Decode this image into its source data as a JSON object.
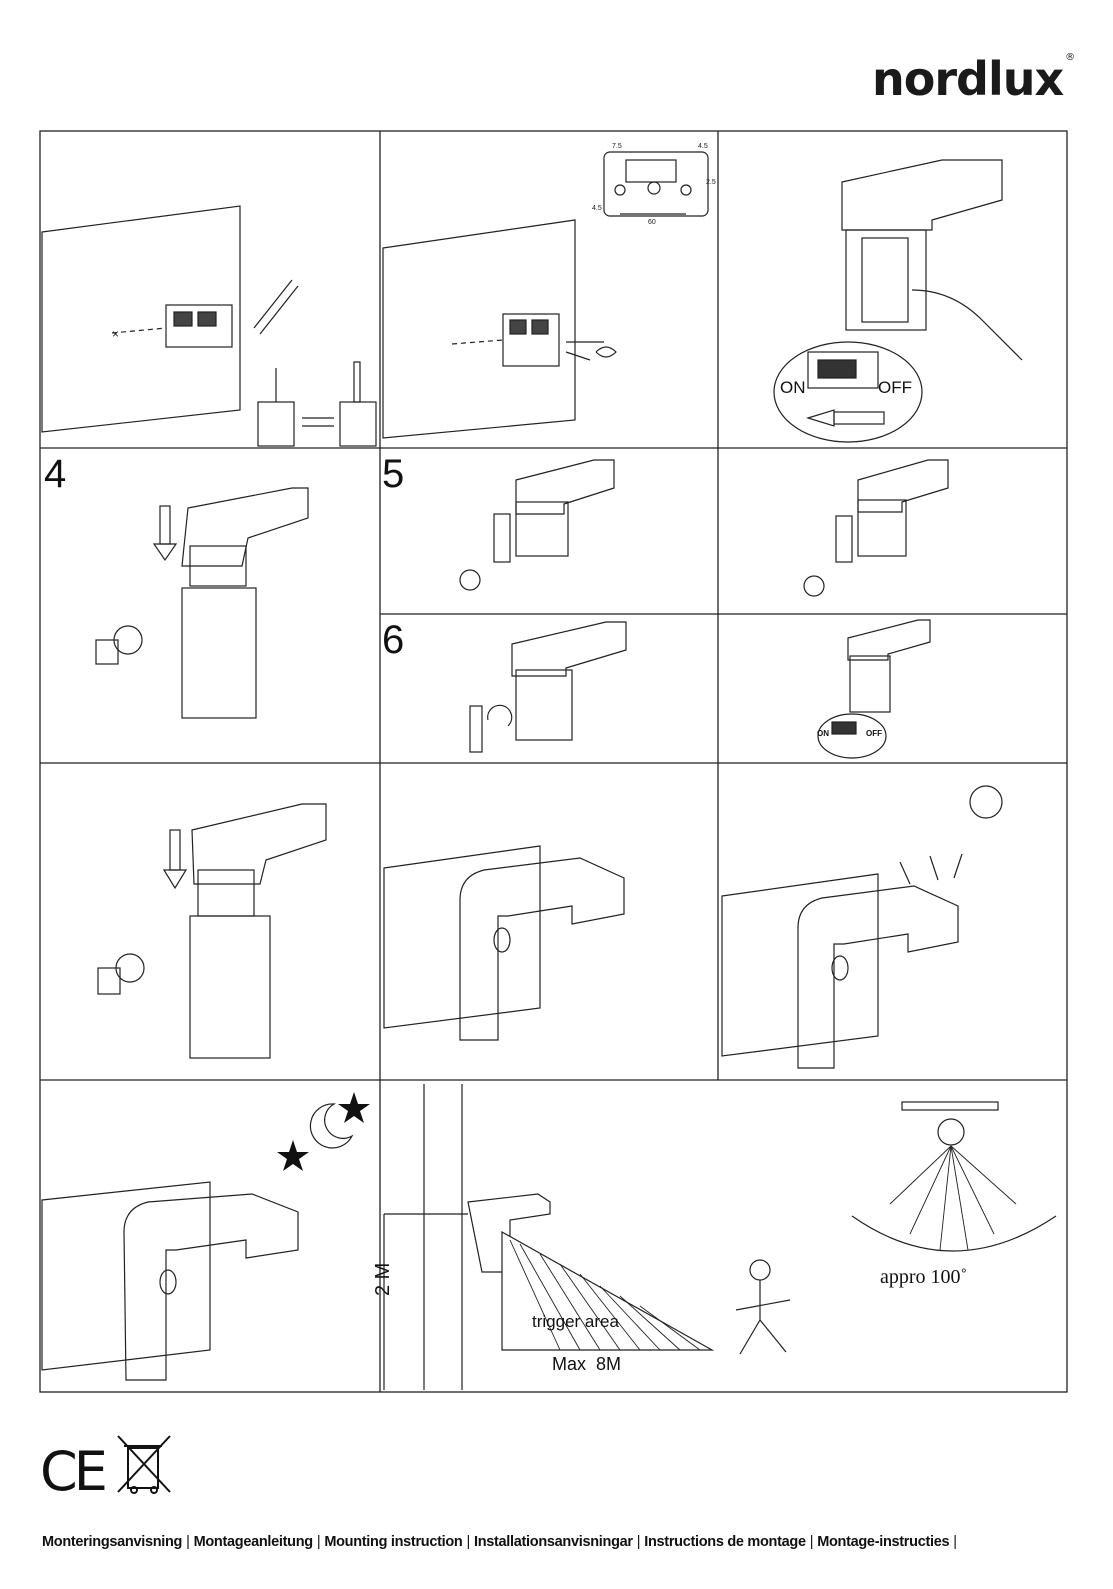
{
  "brand": {
    "name": "nordlux",
    "mark": "®"
  },
  "steps": {
    "s4": "4",
    "s5": "5",
    "s6": "6"
  },
  "switch": {
    "on": "ON",
    "off": "OFF"
  },
  "detection": {
    "height": "2 M",
    "trigger": "trigger area",
    "range": "Max  8M",
    "angle": "appro 100˚"
  },
  "mounting_plate": {
    "d1": "7.5",
    "d2": "4.5",
    "d3": "2.5",
    "d4": "4.5",
    "d5": "60"
  },
  "compliance": {
    "ce": "CE"
  },
  "footer": [
    "Monteringsanvisning",
    "Montageanleitung",
    "Mounting instruction",
    "Installationsanvisningar",
    "Instructions de montage",
    "Montage-instructies"
  ]
}
